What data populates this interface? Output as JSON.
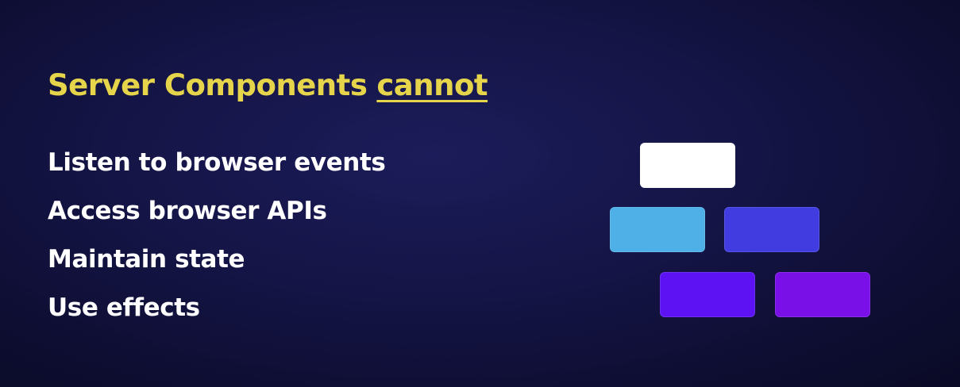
{
  "colors": {
    "title": "#e6d54a",
    "text": "#ffffff",
    "background": "#141445"
  },
  "heading": {
    "lead": "Server Components",
    "emphasis": "cannot"
  },
  "limitations": [
    "Listen to browser events",
    "Access browser APIs",
    "Maintain state",
    "Use effects"
  ],
  "blocks": [
    {
      "name": "block-white",
      "color": "#ffffff"
    },
    {
      "name": "block-light-blue",
      "color": "#4fb0e8"
    },
    {
      "name": "block-indigo",
      "color": "#403ce0"
    },
    {
      "name": "block-violet",
      "color": "#5d12f4"
    },
    {
      "name": "block-purple",
      "color": "#7a10e8"
    }
  ]
}
